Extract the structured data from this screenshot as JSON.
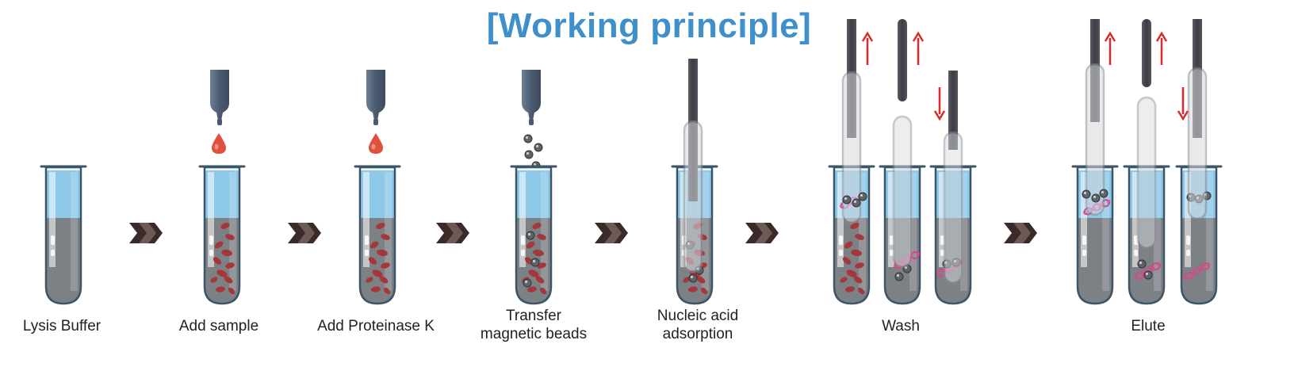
{
  "title": "[Working principle]",
  "steps": [
    {
      "label": "Lysis Buffer"
    },
    {
      "label": "Add sample"
    },
    {
      "label": "Add Proteinase K"
    },
    {
      "label": "Transfer\nmagnetic beads"
    },
    {
      "label": "Nucleic acid\nadsorption"
    },
    {
      "label": "Wash"
    },
    {
      "label": "Elute"
    }
  ],
  "colors": {
    "title": "#3f8fcb",
    "tube_outline": "#3d5566",
    "liquid_blue": "#8ec8e8",
    "liquid_gray": "#7c8185",
    "blood_cell": "#a5373b",
    "dna": "#d9478a",
    "arrow_red": "#d92b2b",
    "rod_dark": "#4a4a52",
    "chevron": "#3a2a2a"
  }
}
